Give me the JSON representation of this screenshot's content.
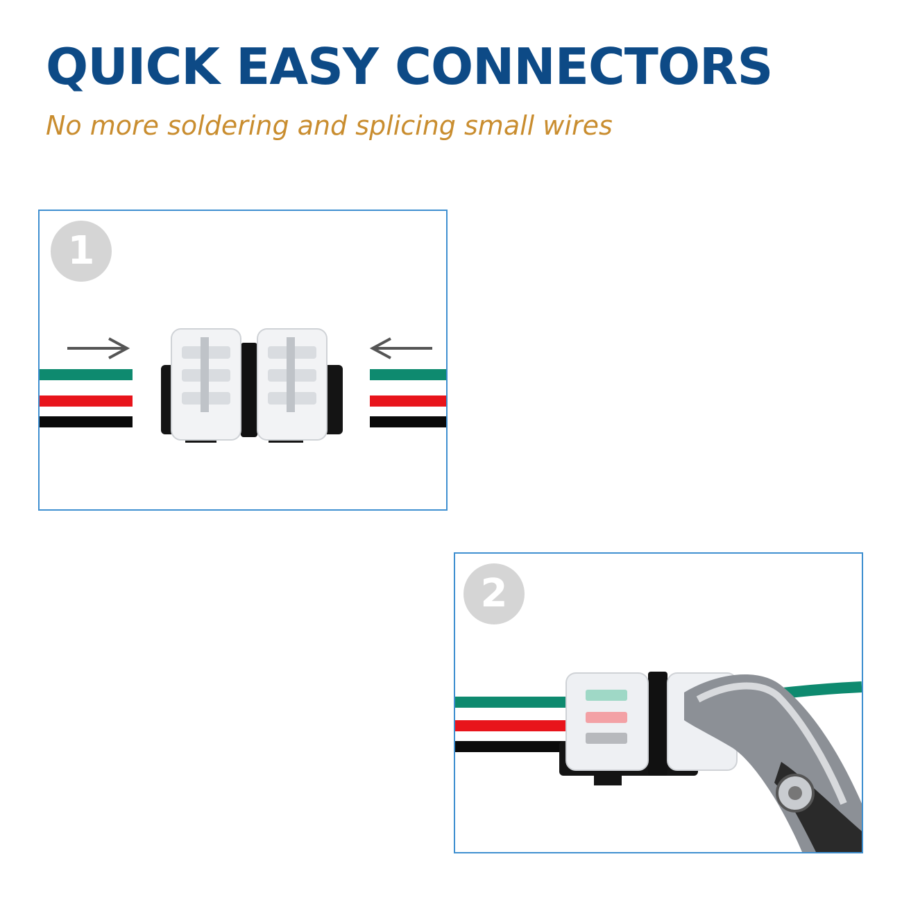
{
  "header": {
    "title": "QUICK EASY CONNECTORS",
    "subtitle": "No more soldering and splicing small wires"
  },
  "steps": [
    {
      "number": "1"
    },
    {
      "number": "2"
    }
  ],
  "colors": {
    "title": "#0d4a86",
    "subtitle": "#c98d2f",
    "panel_border": "#3f8fd0",
    "badge": "#d5d5d5",
    "wire_green": "#0e8a6f",
    "wire_red": "#e8141b",
    "wire_black": "#0a0a0a"
  }
}
